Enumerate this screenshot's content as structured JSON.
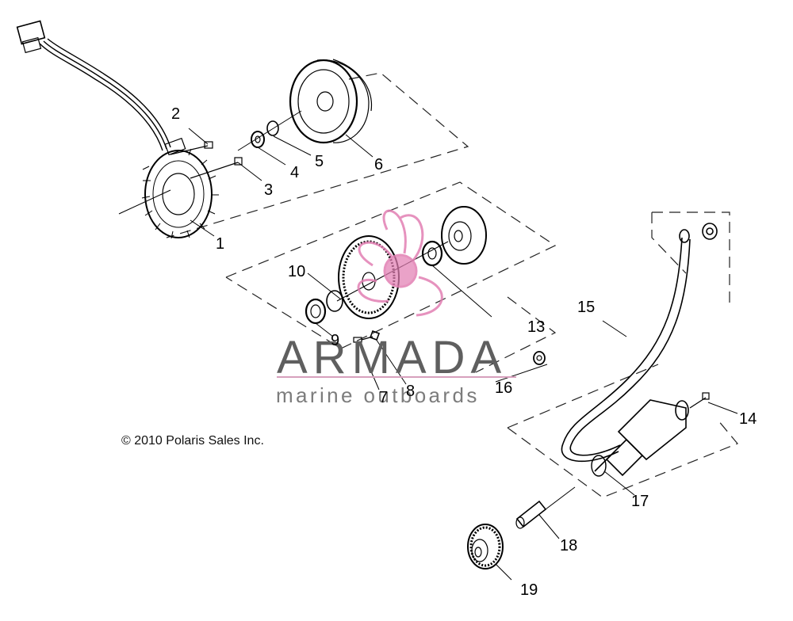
{
  "diagram": {
    "copyright": "© 2010 Polaris Sales Inc.",
    "callouts": [
      "1",
      "2",
      "3",
      "4",
      "5",
      "6",
      "7",
      "8",
      "9",
      "10",
      "13",
      "14",
      "15",
      "16",
      "17",
      "18",
      "19"
    ]
  },
  "watermark": {
    "title": "ARMADA",
    "subtitle": "marine outboards",
    "colors": {
      "logo": "#e27fb3",
      "title": "#5f5f5f",
      "subtitle": "#7c7c7c"
    }
  }
}
